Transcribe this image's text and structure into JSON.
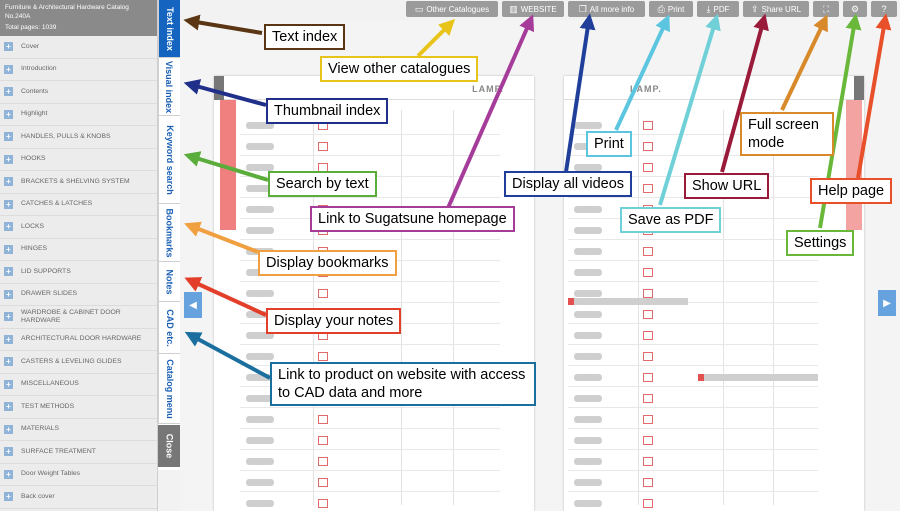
{
  "catalog": {
    "title": "Furniture & Architectural Hardware Catalog No.240A",
    "total_pages": "Total pages: 1039"
  },
  "index_items": [
    "Cover",
    "Introduction",
    "Contents",
    "Highlight",
    "HANDLES, PULLS & KNOBS",
    "HOOKS",
    "BRACKETS & SHELVING SYSTEM",
    "CATCHES & LATCHES",
    "LOCKS",
    "HINGES",
    "LID SUPPORTS",
    "DRAWER SLIDES",
    "WARDROBE & CABINET DOOR HARDWARE",
    "ARCHITECTURAL DOOR HARDWARE",
    "CASTERS & LEVELING GLIDES",
    "MISCELLANEOUS",
    "TEST METHODS",
    "MATERIALS",
    "SURFACE TREATMENT",
    "Door Weight Tables",
    "Back cover"
  ],
  "tabs": {
    "text_index": "Text index",
    "visual_index": "Visual index",
    "keyword_search": "Keyword search",
    "bookmarks": "Bookmarks",
    "notes": "Notes",
    "cad": "CAD etc.",
    "catalog_menu": "Catalog menu",
    "close": "Close"
  },
  "toolbar": {
    "other_catalogues": "Other Catalogues",
    "website": "WEBSITE",
    "all_more_info": "All more info",
    "print": "Print",
    "pdf": "PDF",
    "share_url": "Share URL"
  },
  "page": {
    "brand_left": "LAMP.",
    "brand_right": "LAMP."
  },
  "callouts": {
    "text_index": "Text index",
    "view_other_catalogues": "View other catalogues",
    "thumbnail_index": "Thumbnail index",
    "print": "Print",
    "full_screen": "Full screen mode",
    "display_all_videos": "Display all videos",
    "show_url": "Show URL",
    "help_page": "Help page",
    "search_by_text": "Search by text",
    "link_homepage": "Link to Sugatsune homepage",
    "save_as_pdf": "Save as PDF",
    "settings": "Settings",
    "display_bookmarks": "Display bookmarks",
    "display_notes": "Display your notes",
    "link_product": "Link to product on website with access to CAD data and more"
  },
  "icons": {
    "toolbar": [
      "folder-icon",
      "book-icon",
      "copy-icon",
      "printer-icon",
      "pdf-icon",
      "share-icon",
      "fullscreen-icon",
      "gear-icon",
      "help-icon"
    ]
  },
  "colors": {
    "text_index": "#5a3614",
    "thumbnail": "#1f2f8a",
    "search": "#5aad3a",
    "bookmarks": "#f0a040",
    "notes": "#e23e2a",
    "link_product": "#1a6f9e",
    "other_catalogues": "#e8c31a",
    "homepage": "#a63c9a",
    "videos": "#1f3f9a",
    "print": "#5cc6e0",
    "pdf": "#6fd0d8",
    "show_url": "#9a1a3a",
    "fullscreen": "#d88a2a",
    "settings": "#6ab83a",
    "help": "#e8502a",
    "active_tab": "#1565c0",
    "nav_arrow": "#66a3de"
  }
}
